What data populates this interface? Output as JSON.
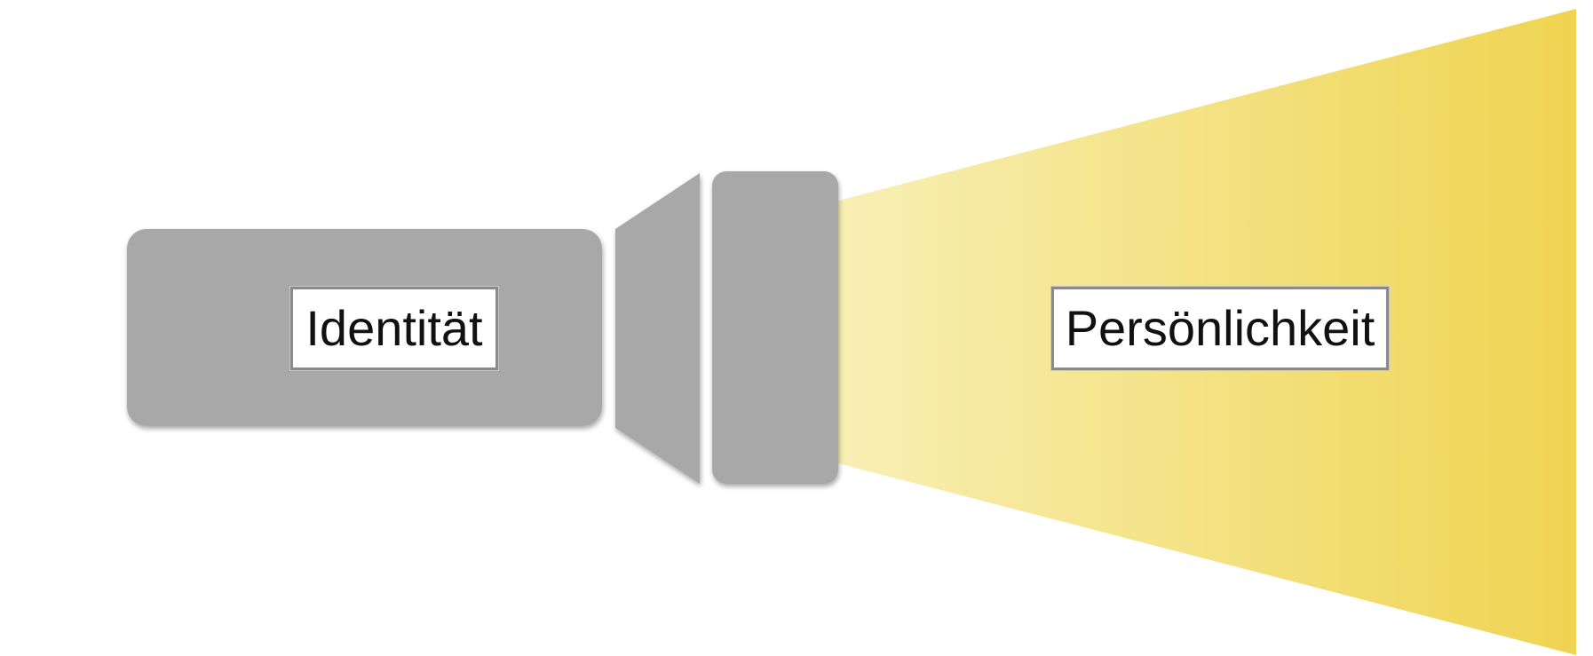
{
  "diagram": {
    "left_label": "Identität",
    "right_label": "Persönlichkeit"
  },
  "colors": {
    "body": "#a7a8a7",
    "beam_start": "#f8efb4",
    "beam_end": "#efd451",
    "label_border": "#8a8a8a"
  },
  "icons": {
    "flashlight": "flashlight-icon",
    "beam": "light-beam"
  }
}
